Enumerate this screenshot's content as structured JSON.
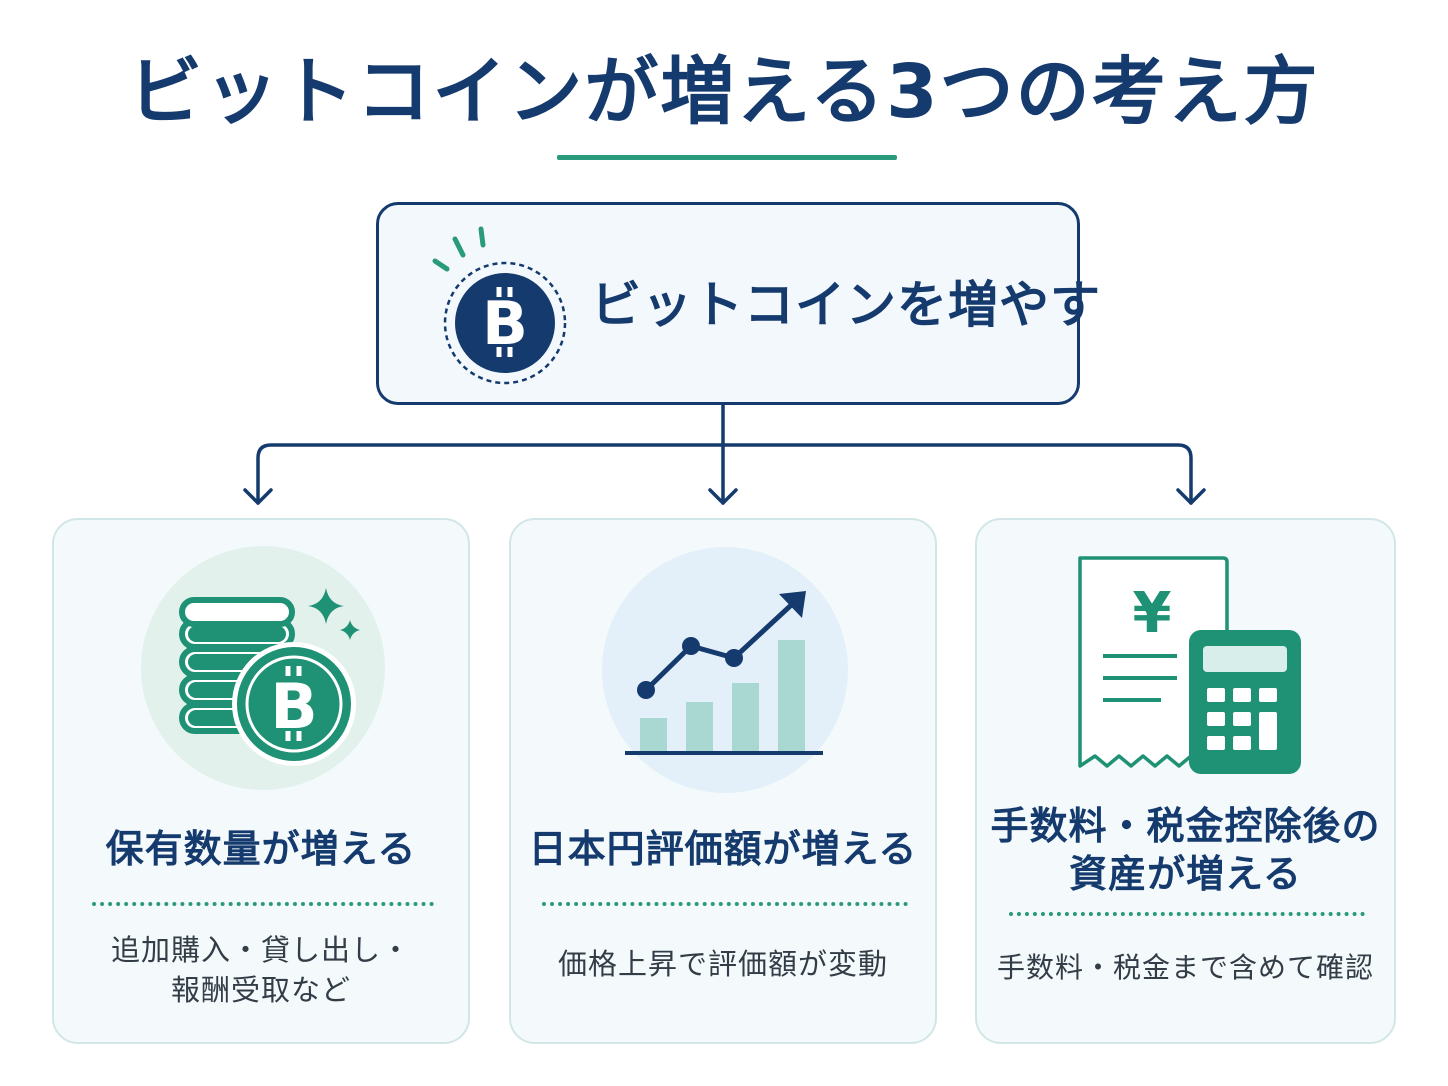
{
  "title": "ビットコインが増える3つの考え方",
  "top_box": {
    "label": "ビットコインを増やす",
    "icon": "bitcoin-icon"
  },
  "cards": [
    {
      "icon": "coin-stack-bitcoin-icon",
      "title": "保有数量が増える",
      "desc_line1": "追加購入・貸し出し・",
      "desc_line2": "報酬受取など"
    },
    {
      "icon": "rising-chart-icon",
      "title": "日本円評価額が増える",
      "desc_line1": "価格上昇で評価額が変動"
    },
    {
      "icon": "receipt-calculator-icon",
      "title_line1": "手数料・税金控除後の",
      "title_line2": "資産が増える",
      "desc_line1": "手数料・税金まで含めて確認",
      "receipt_symbol": "¥"
    }
  ],
  "colors": {
    "navy": "#153a6e",
    "green": "#2a9a7c",
    "card_bg": "#f4fafb"
  }
}
